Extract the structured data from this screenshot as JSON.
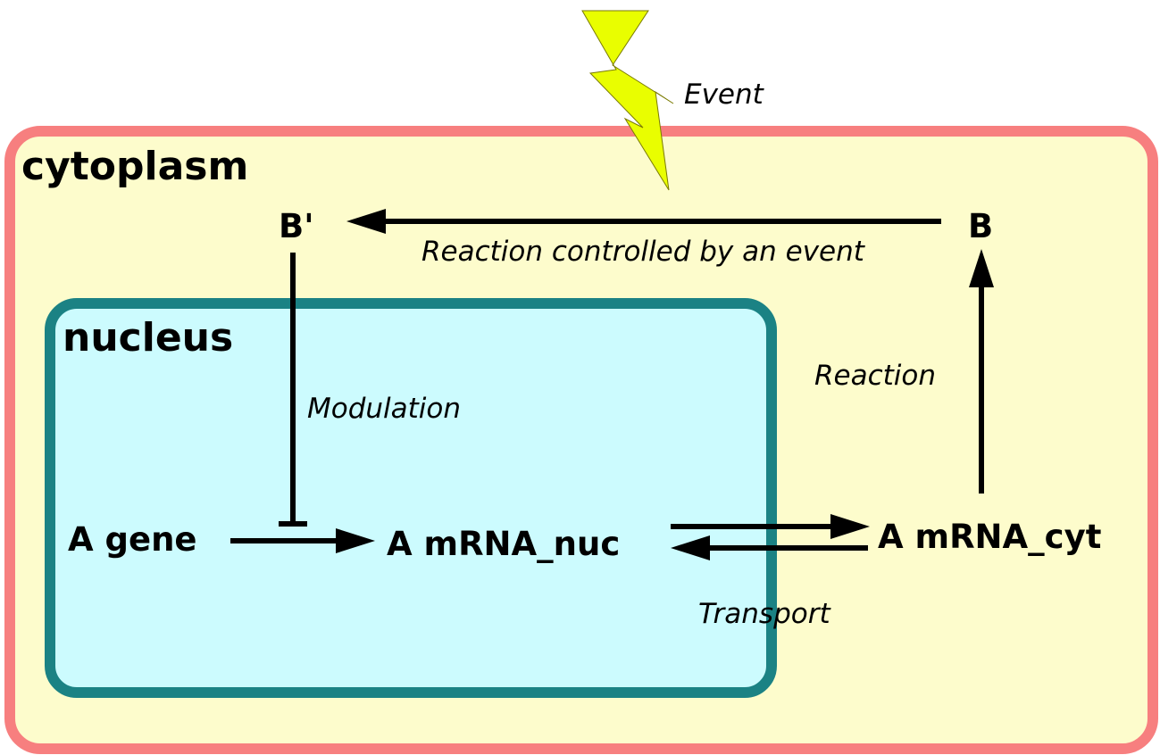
{
  "colors": {
    "cytoplasm_fill": "#fdfccc",
    "cytoplasm_border": "#f77f7f",
    "nucleus_fill": "#ccfbfe",
    "nucleus_border": "#1b8284",
    "event_fill": "#e9fe00",
    "ink": "#000000"
  },
  "compartments": {
    "cytoplasm": "cytoplasm",
    "nucleus": "nucleus"
  },
  "species": {
    "a_gene": "A gene",
    "a_mrna_nuc": "A mRNA_nuc",
    "a_mrna_cyt": "A mRNA_cyt",
    "b": "B",
    "b_prime": "B'"
  },
  "edges": {
    "event": "Event",
    "reaction_controlled": "Reaction controlled by an event",
    "reaction": "Reaction",
    "modulation": "Modulation",
    "transport": "Transport"
  },
  "icons": {
    "event_symbol": "lightning-bolt-icon"
  }
}
